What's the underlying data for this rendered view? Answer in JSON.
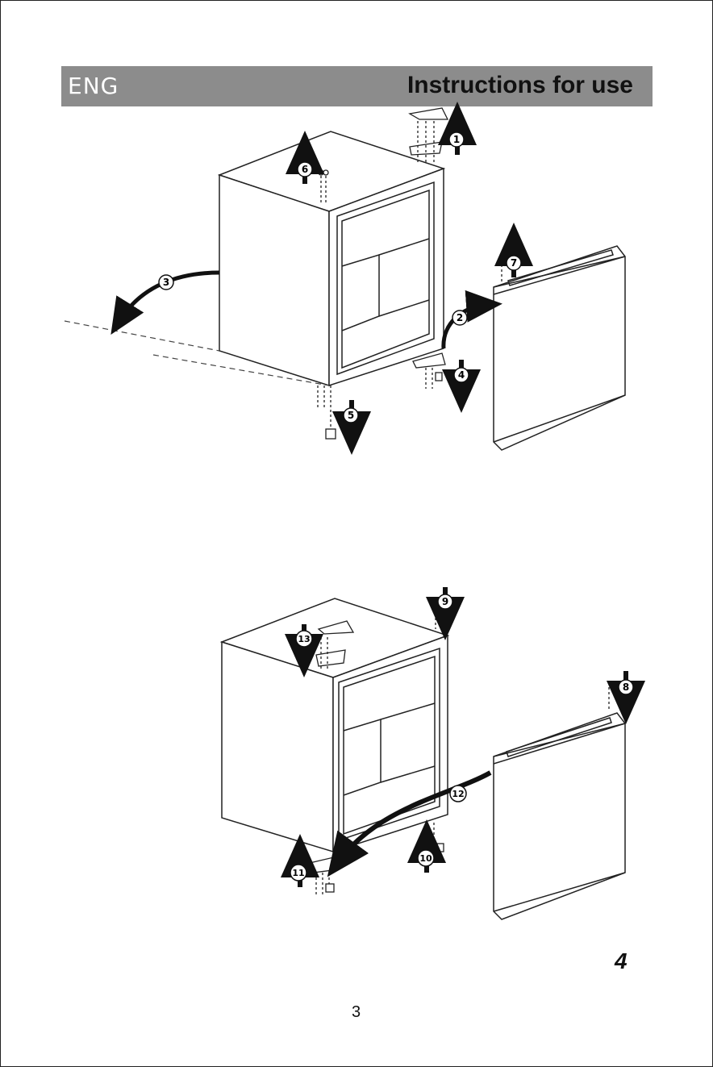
{
  "header": {
    "language": "ENG",
    "title": "Instructions for use"
  },
  "figure_number": "4",
  "page_number": "3",
  "step_markers": [
    "1",
    "2",
    "3",
    "4",
    "5",
    "6",
    "7",
    "8",
    "9",
    "10",
    "11",
    "12",
    "13"
  ]
}
